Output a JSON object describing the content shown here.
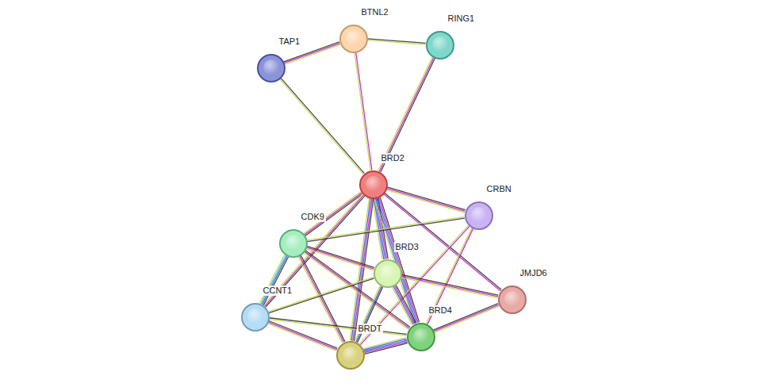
{
  "diagram": {
    "nodes": [
      {
        "text": [
          "TAP1"
        ]
      },
      {
        "text": [
          "BTNL2"
        ]
      },
      {
        "text": [
          "RING1"
        ]
      },
      {
        "text": [
          "BRD2"
        ]
      },
      {
        "text": [
          "CRBN"
        ]
      },
      {
        "text": [
          "CDK9"
        ]
      },
      {
        "text": [
          "BRD3"
        ]
      },
      {
        "text": [
          "JMJD6"
        ]
      },
      {
        "text": [
          "CCNT1"
        ]
      },
      {
        "text": [
          "BRD4"
        ]
      },
      {
        "text": [
          "BRDT"
        ]
      }
    ],
    "edges": [
      {
        "from": 0,
        "to": 1,
        "arrow": "none"
      },
      {
        "from": 0,
        "to": 3,
        "arrow": "none"
      },
      {
        "from": 1,
        "to": 2,
        "arrow": "none"
      },
      {
        "from": 1,
        "to": 3,
        "arrow": "none"
      },
      {
        "from": 2,
        "to": 3,
        "arrow": "none"
      },
      {
        "from": 3,
        "to": 4,
        "arrow": "none"
      },
      {
        "from": 3,
        "to": 5,
        "arrow": "none"
      },
      {
        "from": 3,
        "to": 6,
        "arrow": "none"
      },
      {
        "from": 3,
        "to": 7,
        "arrow": "none"
      },
      {
        "from": 3,
        "to": 8,
        "arrow": "none"
      },
      {
        "from": 3,
        "to": 9,
        "arrow": "none"
      },
      {
        "from": 3,
        "to": 10,
        "arrow": "none"
      },
      {
        "from": 4,
        "to": 5,
        "arrow": "none"
      },
      {
        "from": 4,
        "to": 9,
        "arrow": "none"
      },
      {
        "from": 4,
        "to": 10,
        "arrow": "none"
      },
      {
        "from": 5,
        "to": 6,
        "arrow": "none"
      },
      {
        "from": 5,
        "to": 8,
        "arrow": "none"
      },
      {
        "from": 5,
        "to": 9,
        "arrow": "none"
      },
      {
        "from": 5,
        "to": 10,
        "arrow": "none"
      },
      {
        "from": 6,
        "to": 7,
        "arrow": "none"
      },
      {
        "from": 6,
        "to": 8,
        "arrow": "none"
      },
      {
        "from": 6,
        "to": 9,
        "arrow": "none"
      },
      {
        "from": 6,
        "to": 10,
        "arrow": "none"
      },
      {
        "from": 8,
        "to": 9,
        "arrow": "none"
      },
      {
        "from": 8,
        "to": 10,
        "arrow": "none"
      },
      {
        "from": 9,
        "to": 7,
        "arrow": "none"
      },
      {
        "from": 9,
        "to": 10,
        "arrow": "none"
      }
    ]
  }
}
